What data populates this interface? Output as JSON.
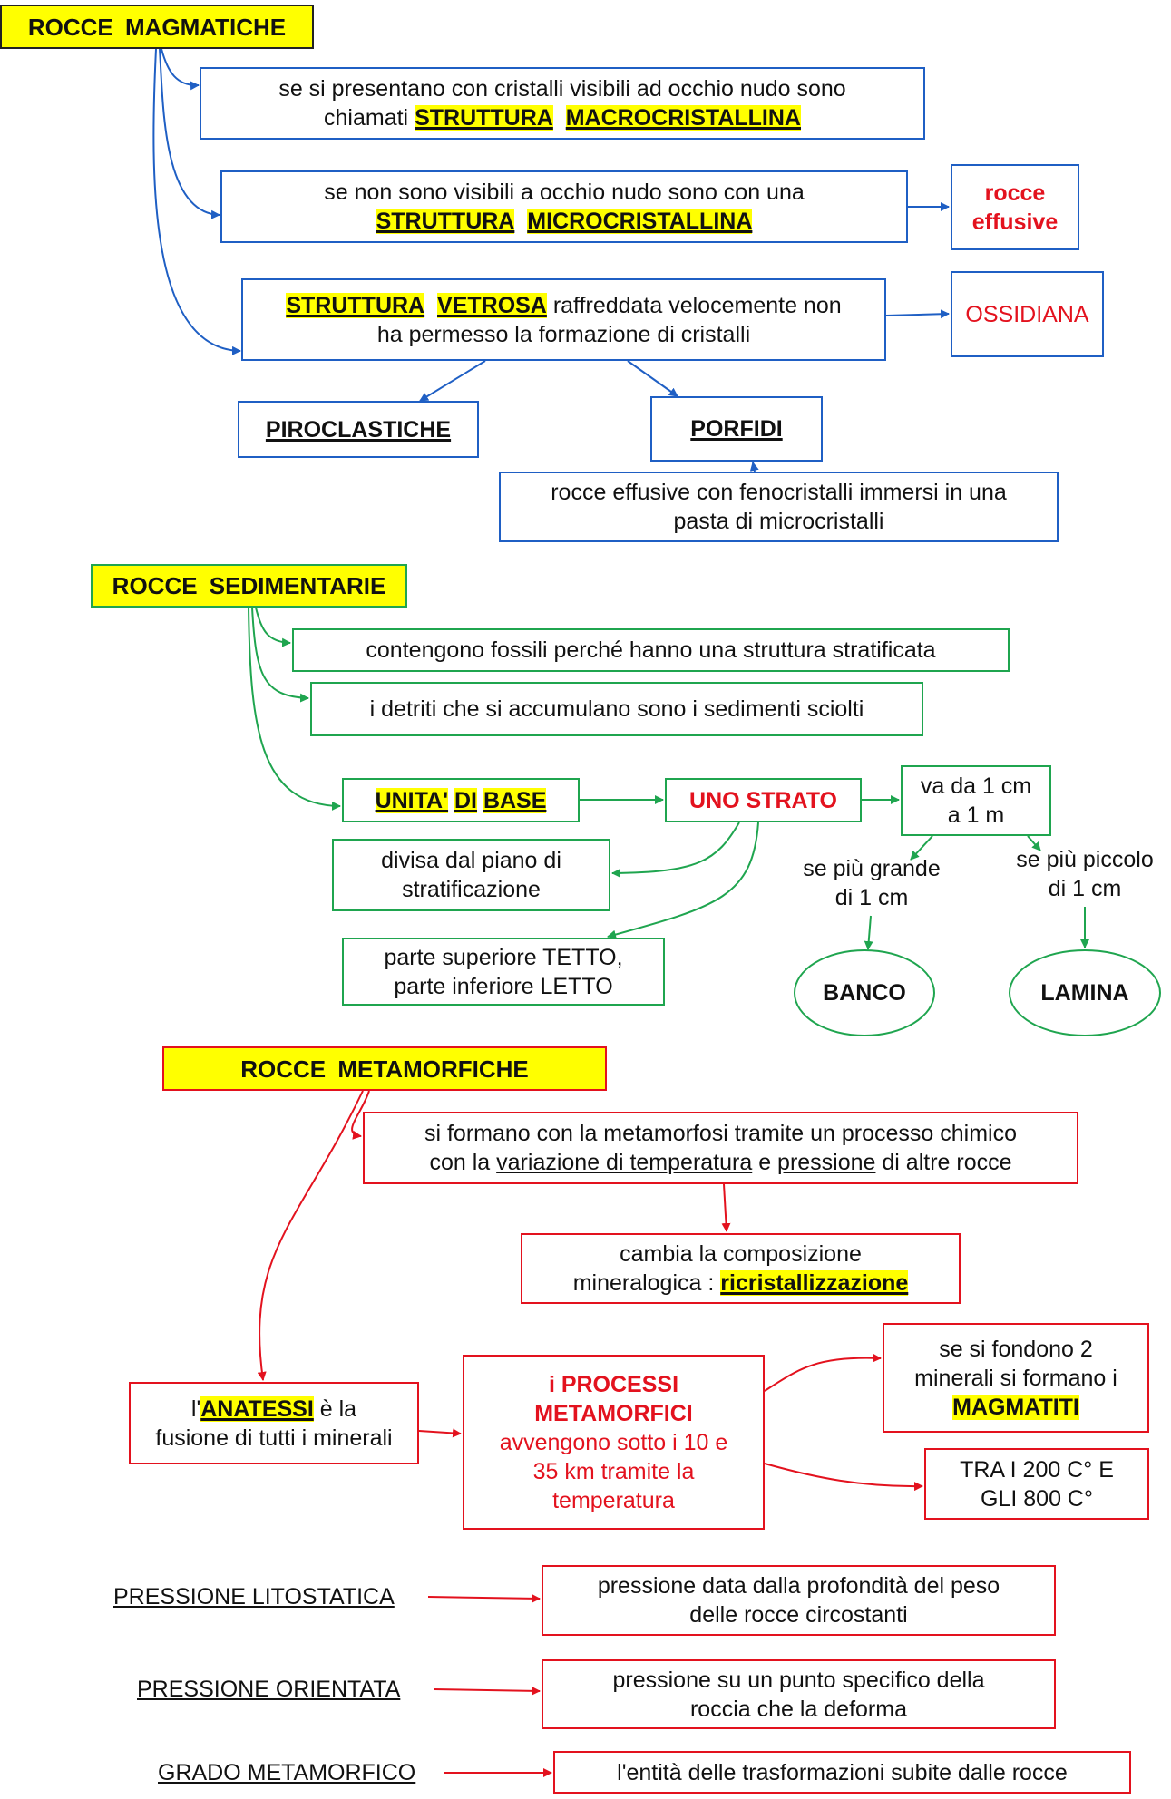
{
  "magmatiche": {
    "title": "ROCCE  MAGMATICHE",
    "macro": {
      "line1": "se si presentano con cristalli visibili ad occhio nudo sono",
      "prefix": "chiamati ",
      "hl1": "STRUTTURA",
      "hl2": "MACROCRISTALLINA"
    },
    "micro": {
      "line1": "se non sono visibili a occhio nudo sono con una",
      "hl1": "STRUTTURA",
      "hl2": "MICROCRISTALLINA"
    },
    "effusive": {
      "line1": "rocce",
      "line2": "effusive"
    },
    "vetrosa": {
      "hl1": "STRUTTURA",
      "hl2": "VETROSA",
      "rest1": " raffreddata velocemente non",
      "line2": "ha permesso la formazione di cristalli"
    },
    "ossidiana": "OSSIDIANA",
    "piroclastiche": "PIROCLASTICHE",
    "porfidi": "PORFIDI",
    "porfidi_desc": {
      "line1": "rocce effusive con fenocristalli immersi in una",
      "line2": "pasta di microcristalli"
    }
  },
  "sedimentarie": {
    "title": "ROCCE  SEDIMENTARIE",
    "fossili": "contengono fossili perché hanno una struttura stratificata",
    "detriti": "i detriti che si accumulano sono i sedimenti sciolti",
    "unita": {
      "w1": "UNITA'",
      "w2": "DI",
      "w3": "BASE"
    },
    "strato": "UNO STRATO",
    "range": {
      "line1": "va da 1 cm",
      "line2": "a 1 m"
    },
    "divisa": {
      "line1": "divisa dal piano di",
      "line2": "stratificazione"
    },
    "tetto": {
      "line1": "parte superiore TETTO,",
      "line2": "parte inferiore LETTO"
    },
    "grande": {
      "line1": "se più grande",
      "line2": "di 1 cm"
    },
    "piccolo": {
      "line1": "se più piccolo",
      "line2": "di 1 cm"
    },
    "banco": "BANCO",
    "lamina": "LAMINA"
  },
  "metamorfiche": {
    "title": "ROCCE  METAMORFICHE",
    "formano": {
      "line1": "si formano con la metamorfosi tramite un processo chimico",
      "pre": "con la ",
      "u1": "variazione di temperatura",
      "mid": " e ",
      "u2": "pressione",
      "post": " di altre rocce"
    },
    "cambia": {
      "line1": "cambia la composizione",
      "pre": "mineralogica : ",
      "hl": "ricristallizzazione"
    },
    "anatessi": {
      "pre": "l'",
      "hl": "ANATESSI",
      "post": " è la",
      "line2": "fusione di tutti i minerali"
    },
    "processi": {
      "line1": "i PROCESSI",
      "line2": "METAMORFICI",
      "line3": "avvengono sotto i 10 e",
      "line4": "35 km tramite la",
      "line5": "temperatura"
    },
    "magmatiti": {
      "line1": "se si fondono 2",
      "line2": "minerali si formano i",
      "hl": "MAGMATITI"
    },
    "tra": {
      "line1": "TRA I 200 C° E",
      "line2": "GLI 800 C°"
    },
    "litostatica": {
      "label": "PRESSIONE LITOSTATICA",
      "line1": "pressione data dalla profondità del peso",
      "line2": "delle rocce circostanti"
    },
    "orientata": {
      "label": "PRESSIONE ORIENTATA",
      "line1": "pressione su un punto specifico della",
      "line2": "roccia che la deforma"
    },
    "grado": {
      "label": "GRADO METAMORFICO",
      "text": "l'entità delle trasformazioni subite dalle rocce"
    }
  },
  "colors": {
    "blue": "#1f5fc4",
    "green": "#1fa54f",
    "red": "#e3121e",
    "highlight": "#ffff00"
  }
}
